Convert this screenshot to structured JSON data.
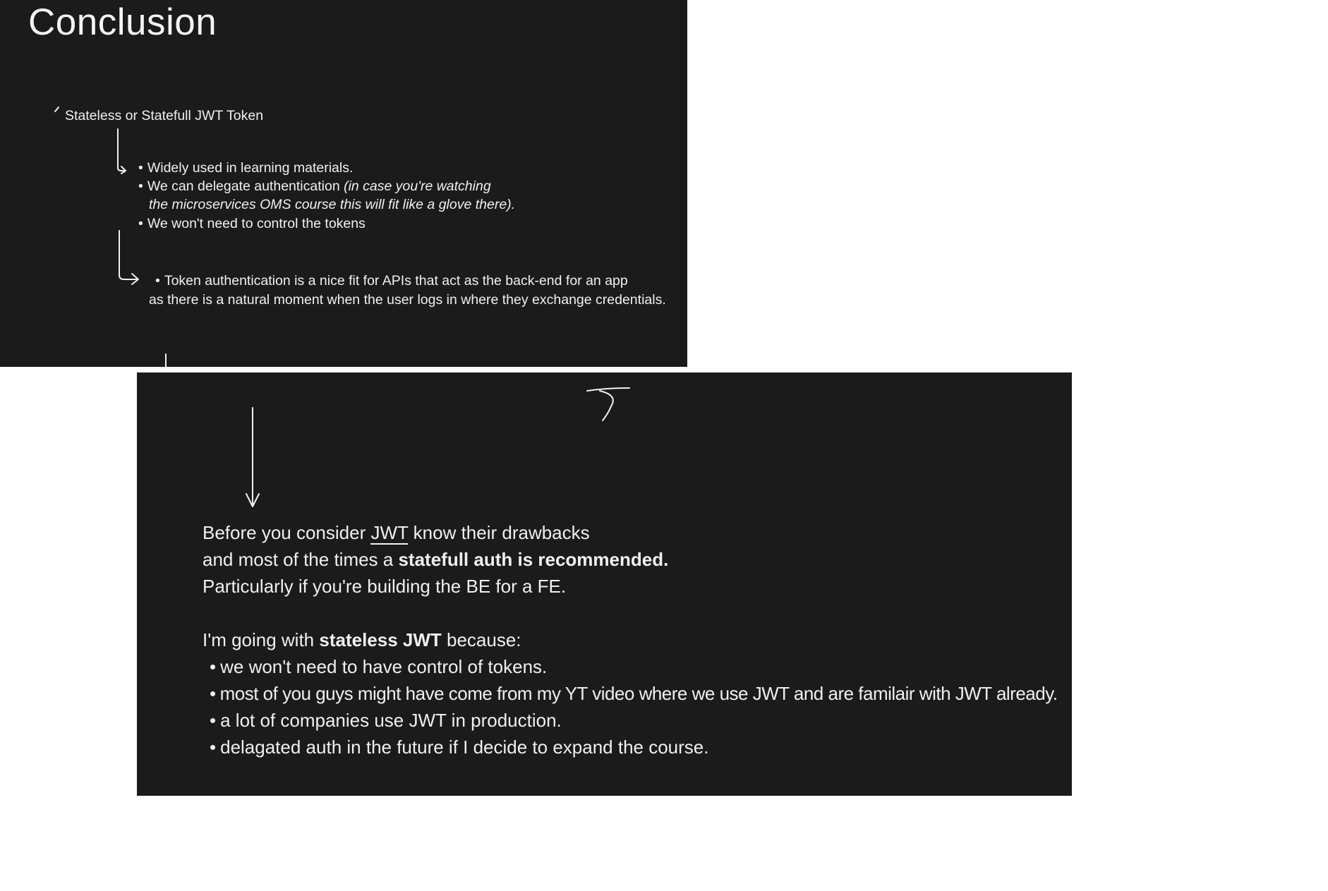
{
  "top_slide": {
    "title": "Conclusion",
    "heading": "Stateless or Statefull JWT Token",
    "bullets": {
      "b1": "Widely used in learning materials.",
      "b2_plain": "We can delegate authentication ",
      "b2_italic_1": "(in case you're watching",
      "b2_italic_2": "the microservices OMS course this will fit like a glove there).",
      "b3": "We won't need to control the tokens"
    },
    "token_line_1": "Token authentication is a nice fit for APIs that act as the back-end for an app",
    "token_line_2": "as there is a natural moment when the user logs in where they exchange credentials.",
    "bullet_glyph": "•"
  },
  "bottom_slide": {
    "line1_a": "Before you consider ",
    "line1_jwt": "JWT",
    "line1_b": " know their drawbacks",
    "line2_a": "and most of the times a ",
    "line2_bold": "statefull auth is recommended.",
    "line3": "Particularly if you're building the BE for a FE.",
    "line4_a": "I'm going with ",
    "line4_bold": "stateless JWT",
    "line4_b": " because:",
    "reasons": [
      "we won't need to have control of tokens.",
      "most of you guys might have come from my YT video where we use JWT and are familair with JWT already.",
      "a lot of companies use JWT in production.",
      "delagated auth in the future if I decide to expand the course."
    ],
    "bullet_glyph": "•"
  },
  "colors": {
    "panel_bg": "#1b1b1b",
    "page_bg": "#ffffff",
    "text": "#f0f0f0"
  },
  "icons": [
    "arrow-down-right-icon",
    "arrow-down-right-icon",
    "arrow-down-icon",
    "handwritten-mark-icon"
  ]
}
